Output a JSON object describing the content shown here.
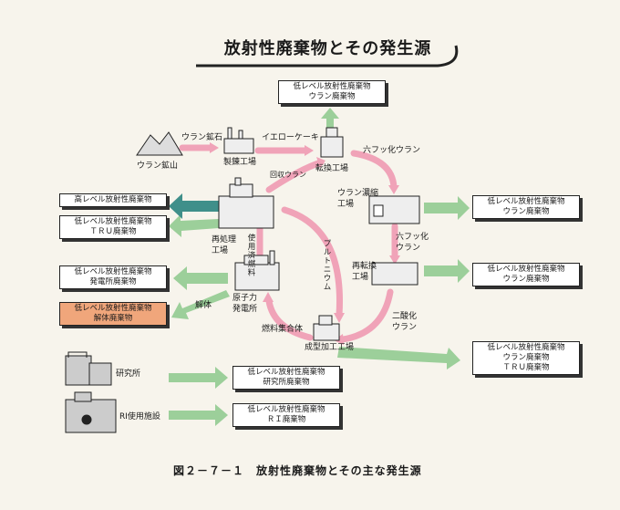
{
  "title": "放射性廃棄物とその発生源",
  "caption": "図２－７－１　放射性廃棄物とその主な発生源",
  "nodes": {
    "uranium_mine": "ウラン鉱山",
    "refinery": "製錬工場",
    "conversion": "転換工場",
    "enrichment_1": "ウラン濃縮",
    "enrichment_2": "工場",
    "reprocessing_1": "再処理",
    "reprocessing_2": "工場",
    "nuclear_1": "原子力",
    "nuclear_2": "発電所",
    "reconversion_1": "再転換",
    "reconversion_2": "工場",
    "fabrication": "成型加工工場",
    "fuel_assembly": "燃料集合体",
    "research": "研究所",
    "ri_facility": "RI使用施設"
  },
  "flows": {
    "uranium_ore": "ウラン鉱石",
    "yellowcake": "イエローケーキ",
    "uf6_top": "六フッ化ウラン",
    "uf6_1": "六フッ化",
    "uf6_2": "ウラン",
    "uo2_1": "二酸化",
    "uo2_2": "ウラン",
    "recovered_uranium": "回収ウラン",
    "spent_fuel": "使用済燃料",
    "plutonium": "プルトニウム",
    "dismantling": "解体"
  },
  "wastes": {
    "conversion": [
      "低レベル放射性廃棄物",
      "ウラン廃棄物"
    ],
    "hlw": [
      "高レベル放射性廃棄物"
    ],
    "tru": [
      "低レベル放射性廃棄物",
      "ＴＲＵ廃棄物"
    ],
    "power": [
      "低レベル放射性廃棄物",
      "発電所廃棄物"
    ],
    "decommission": [
      "低レベル放射性廃棄物",
      "解体廃棄物"
    ],
    "enrichment": [
      "低レベル放射性廃棄物",
      "ウラン廃棄物"
    ],
    "reconversion": [
      "低レベル放射性廃棄物",
      "ウラン廃棄物"
    ],
    "fabrication": [
      "低レベル放射性廃棄物",
      "ウラン廃棄物",
      "ＴＲＵ廃棄物"
    ],
    "research": [
      "低レベル放射性廃棄物",
      "研究所廃棄物"
    ],
    "ri": [
      "低レベル放射性廃棄物",
      "ＲＩ廃棄物"
    ]
  },
  "colors": {
    "green_arrow": "#9ccf9a",
    "pink_arrow": "#f0a3b8",
    "teal_arrow": "#3f8f8a",
    "orange_box": "#f0a67b"
  }
}
